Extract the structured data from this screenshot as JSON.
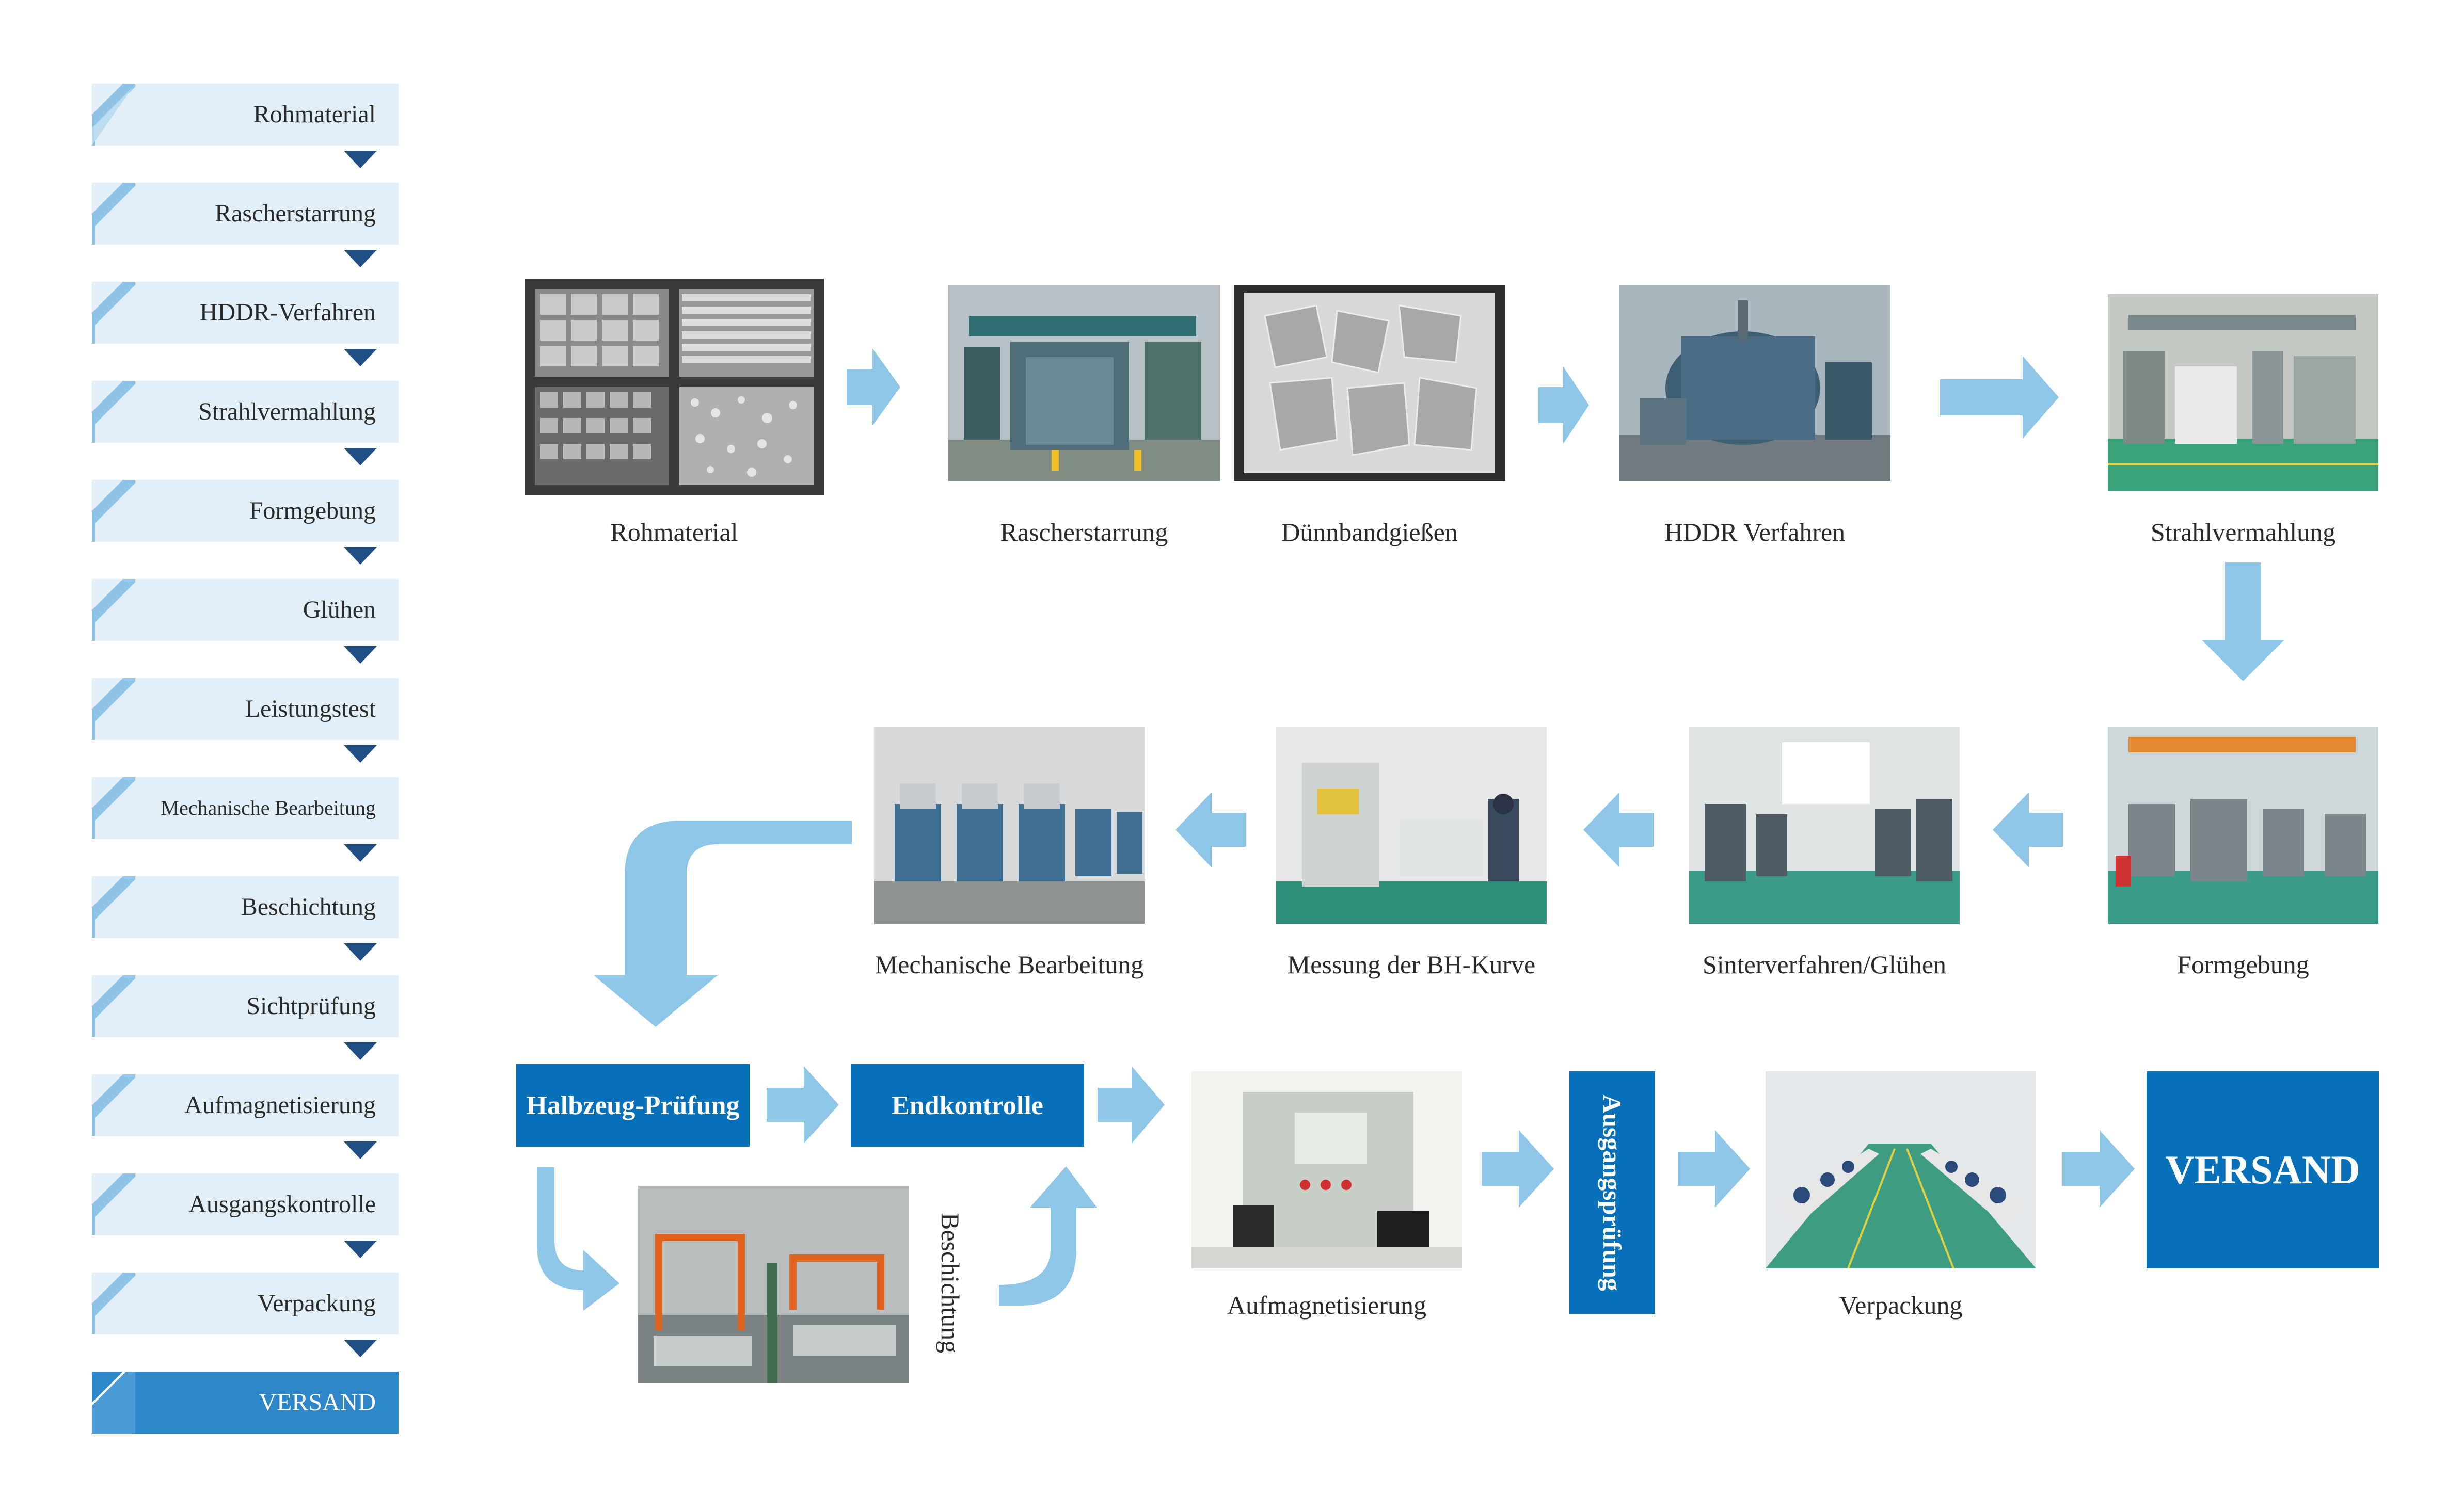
{
  "sidebar": {
    "items": [
      {
        "label": "Rohmaterial"
      },
      {
        "label": "Rascherstarrung"
      },
      {
        "label": "HDDR-Verfahren"
      },
      {
        "label": "Strahlvermahlung"
      },
      {
        "label": "Formgebung"
      },
      {
        "label": "Glühen"
      },
      {
        "label": "Leistungstest"
      },
      {
        "label": "Mechanische Bearbeitung"
      },
      {
        "label": "Beschichtung"
      },
      {
        "label": "Sichtprüfung"
      },
      {
        "label": "Aufmagnetisierung"
      },
      {
        "label": "Ausgangskontrolle"
      },
      {
        "label": "Verpackung"
      },
      {
        "label": "VERSAND"
      }
    ]
  },
  "flow": {
    "row1": {
      "raw_material": "Rohmaterial",
      "rapid_solidification": "Rascherstarrung",
      "strip_casting": "Dünnbandgießen",
      "hddr": "HDDR Verfahren",
      "jet_milling": "Strahlvermahlung"
    },
    "row2": {
      "machining": "Mechanische Bearbeitung",
      "bh_curve": "Messung der BH-Kurve",
      "sintering": "Sinterverfahren/Glühen",
      "forming": "Formgebung"
    },
    "row3": {
      "semi_finished_test": "Halbzeug-Prüfung",
      "final_inspection": "Endkontrolle",
      "coating": "Beschichtung",
      "magnetization": "Aufmagnetisierung",
      "outgoing_test": "Ausgangsprüfung",
      "packaging": "Verpackung",
      "shipping": "VERSAND"
    }
  },
  "colors": {
    "arrow": "#8ec6e8",
    "box": "#0770b8",
    "sidebar_bg": "#e2eef8",
    "sidebar_active": "#2d86c8",
    "sidebar_triangle": "#1e4e82"
  }
}
